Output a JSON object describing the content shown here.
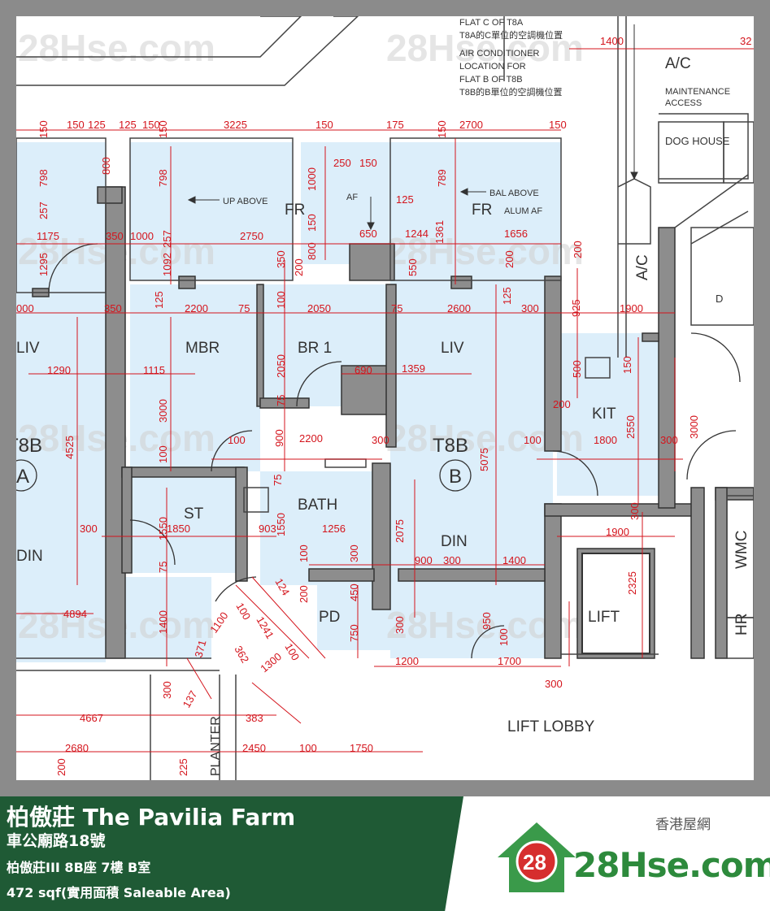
{
  "footer": {
    "title": "柏傲莊 The Pavilia Farm",
    "street": "車公廟路18號",
    "unit": "柏傲莊III 8B座 7樓 B室",
    "area": "472 sqf(實用面積 Saleable Area)"
  },
  "brand": {
    "zh": "香港屋網",
    "name": "28Hse.com",
    "badge": "28"
  },
  "watermark": "28Hse.com",
  "rooms": {
    "liv_left": "LIV",
    "mbr": "MBR",
    "br1": "BR 1",
    "liv": "LIV",
    "kit": "KIT",
    "fr1": "FR",
    "fr2": "FR",
    "st": "ST",
    "bath": "BATH",
    "din": "DIN",
    "din_left": "DIN",
    "pd": "PD",
    "lift": "LIFT",
    "wmc": "WMC",
    "hr": "HR",
    "lift_lobby": "LIFT LOBBY",
    "unit_b": "T8B",
    "unit_b_letter": "B",
    "unit_a": "T8B",
    "unit_a_letter": "A",
    "dog_house": "DOG HOUSE",
    "ac": "A/C",
    "ac_side": "A/C",
    "d": "D",
    "planter": "PLANTER"
  },
  "notes": {
    "up_above": "UP ABOVE",
    "bal_above": "BAL ABOVE",
    "alum_af": "ALUM AF",
    "af": "AF",
    "maintenance": "MAINTENANCE",
    "access": "ACCESS",
    "flat_c_1": "FLAT C OF T8A",
    "flat_c_2": "T8A的C單位的空調機位置",
    "flat_c_3": "AIR CONDITIONER",
    "flat_c_4": "LOCATION FOR",
    "flat_c_5": "FLAT B OF T8B",
    "flat_c_6": "T8B的B單位的空調機位置"
  },
  "dims": {
    "d150a": "150",
    "d125a": "125",
    "d125b": "125",
    "d150b": "150",
    "d3225": "3225",
    "d150c": "150",
    "d175": "175",
    "d2700": "2700",
    "d150d": "150",
    "d1400": "1400",
    "d32": "32",
    "v150a": "150",
    "v798a": "798",
    "v800": "800",
    "v150b": "150",
    "v798b": "798",
    "v257a": "257",
    "v1000": "1000",
    "v250": "250",
    "v150c": "150",
    "v789": "789",
    "v150e": "150",
    "v125": "125",
    "v257b": "257",
    "v1295": "1295",
    "v1092": "1092",
    "v150f": "150",
    "v800b": "800",
    "v1361": "1361",
    "h1175": "1175",
    "h350a": "350",
    "h1000": "1000",
    "h2750": "2750",
    "h350b": "350",
    "h650": "650",
    "h1244": "1244",
    "h1656": "1656",
    "v200a": "200",
    "v550": "550",
    "v200b": "200",
    "v200c": "200",
    "h000": "000",
    "h350c": "350",
    "v125b": "125",
    "h2200": "2200",
    "h75a": "75",
    "v100a": "100",
    "h2050": "2050",
    "h75b": "75",
    "h2600": "2600",
    "v125c": "125",
    "h300a": "300",
    "v925": "925",
    "h1900a": "1900",
    "h1290": "1290",
    "h1115": "1115",
    "v2050": "2050",
    "h690": "690",
    "h1359": "1359",
    "v500": "500",
    "v150g": "150",
    "v4525": "4525",
    "v3000a": "3000",
    "v75a": "75",
    "v200d": "200",
    "v2550": "2550",
    "v3000b": "3000",
    "v5075": "5075",
    "h100a": "100",
    "v900": "900",
    "h2200b": "2200",
    "h300b": "300",
    "h100b": "100",
    "h1800": "1800",
    "h300c": "300",
    "v100b": "100",
    "v75b": "75",
    "v1550a": "1550",
    "v1550b": "1550",
    "h1850": "1850",
    "h300d": "300",
    "h903": "903",
    "h1256": "1256",
    "v2075": "2075",
    "v300a": "300",
    "h1900b": "1900",
    "v100c": "100",
    "v300b": "300",
    "h900": "900",
    "h300e": "300",
    "h1400": "1400",
    "v2325": "2325",
    "v75c": "75",
    "v124": "124",
    "v200e": "200",
    "v450": "450",
    "h4894": "4894",
    "v1400": "1400",
    "v1100": "1100",
    "v100d": "100",
    "v1241": "1241",
    "v100e": "100",
    "v750": "750",
    "v300c": "300",
    "v950": "950",
    "v100f": "100",
    "v371": "371",
    "v362": "362",
    "v1300": "1300",
    "h1200": "1200",
    "h1700": "1700",
    "v300d": "300",
    "v137": "137",
    "h300f": "300",
    "h4667": "4667",
    "h383": "383",
    "h2680": "2680",
    "h2450": "2450",
    "h100c": "100",
    "h1750": "1750",
    "v200f": "200",
    "v225": "225"
  }
}
